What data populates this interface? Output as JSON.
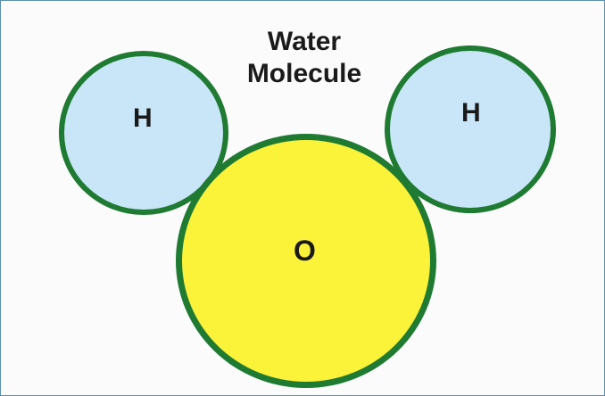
{
  "title_line1": "Water",
  "title_line2": "Molecule",
  "atoms": [
    {
      "label": "H",
      "element": "hydrogen"
    },
    {
      "label": "H",
      "element": "hydrogen"
    },
    {
      "label": "O",
      "element": "oxygen"
    }
  ],
  "colors": {
    "hydrogen_fill": "#c9e6f8",
    "oxygen_fill": "#fbf23a",
    "outline": "#1f7a32",
    "text": "#1a1a1a",
    "frame_border": "#5b8fb0"
  }
}
